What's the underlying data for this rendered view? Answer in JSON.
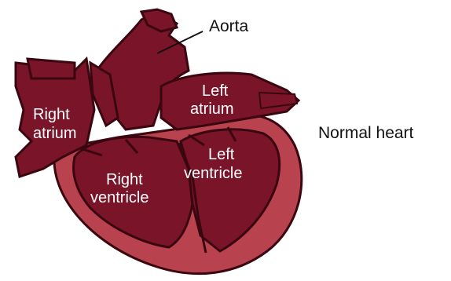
{
  "diagram": {
    "title": "Normal heart",
    "labels": {
      "aorta": "Aorta",
      "right_atrium": [
        "Right",
        "atrium"
      ],
      "left_atrium": [
        "Left",
        "atrium"
      ],
      "right_ventricle": [
        "Right",
        "ventricle"
      ],
      "left_ventricle": [
        "Left",
        "ventricle"
      ]
    },
    "colors": {
      "chamber": "#7a1428",
      "tissue": "#b8434e",
      "outline": "#3a0710",
      "label_text": "#ffffff",
      "caption_text": "#111111"
    }
  }
}
